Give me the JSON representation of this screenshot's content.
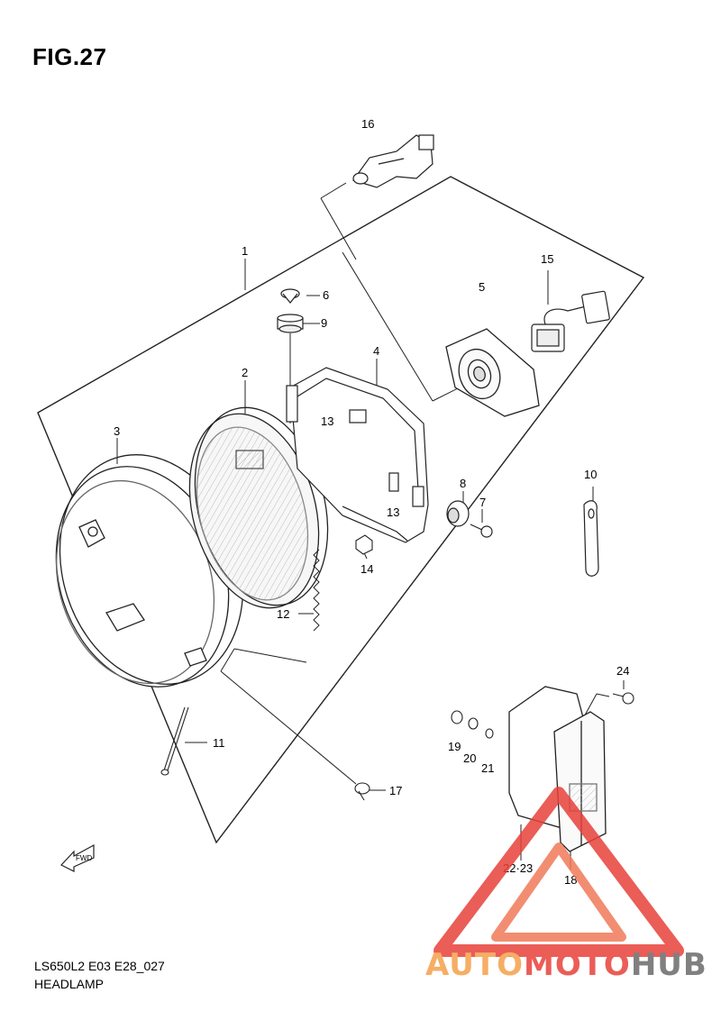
{
  "figure": {
    "title": "FIG.27",
    "caption_code": "LS650L2 E03 E28_027",
    "caption_name": "HEADLAMP"
  },
  "callouts": [
    "1",
    "2",
    "3",
    "4",
    "5",
    "6",
    "7",
    "8",
    "9",
    "10",
    "11",
    "12",
    "13",
    "13",
    "14",
    "15",
    "16",
    "17",
    "18",
    "19",
    "20",
    "21",
    "22·23",
    "24"
  ],
  "fwd_label": "FWD",
  "watermark": {
    "part1": "AUTO",
    "part2": "MOTO",
    "part3": "HUB",
    "color_orange": "#f5a04a",
    "color_red": "#e8413a",
    "color_gray": "#6b6b6b"
  }
}
